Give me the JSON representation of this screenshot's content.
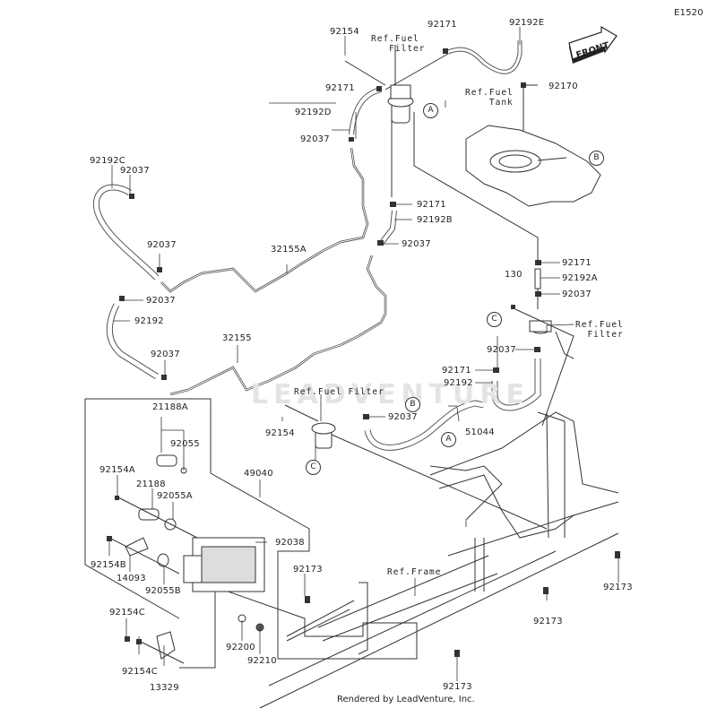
{
  "diagram": {
    "code": "E1520",
    "front_label": "FRONT",
    "watermark": "LEADVENTURE",
    "credit": "Rendered by LeadVenture, Inc.",
    "refs": {
      "fuel_filter_top": "Ref.Fuel\n   Filter",
      "fuel_tank": "Ref.Fuel\n    Tank",
      "fuel_filter_right": "Ref.Fuel\n  Filter",
      "fuel_filter_mid": "Ref.Fuel Filter",
      "frame": "Ref.Frame"
    },
    "callouts": {
      "A": "A",
      "B": "B",
      "C": "C"
    },
    "parts": [
      {
        "id": "p1",
        "label": "92154"
      },
      {
        "id": "p2",
        "label": "92171"
      },
      {
        "id": "p3",
        "label": "92192E"
      },
      {
        "id": "p4",
        "label": "92170"
      },
      {
        "id": "p5",
        "label": "92171"
      },
      {
        "id": "p6",
        "label": "92192D"
      },
      {
        "id": "p7",
        "label": "92037"
      },
      {
        "id": "p8",
        "label": "92192C"
      },
      {
        "id": "p9",
        "label": "92037"
      },
      {
        "id": "p10",
        "label": "92171"
      },
      {
        "id": "p11",
        "label": "92192B"
      },
      {
        "id": "p12",
        "label": "92037"
      },
      {
        "id": "p13",
        "label": "92037"
      },
      {
        "id": "p14",
        "label": "32155A"
      },
      {
        "id": "p15",
        "label": "92171"
      },
      {
        "id": "p16",
        "label": "92192A"
      },
      {
        "id": "p17",
        "label": "130"
      },
      {
        "id": "p18",
        "label": "92037"
      },
      {
        "id": "p19",
        "label": "92037"
      },
      {
        "id": "p20",
        "label": "92192"
      },
      {
        "id": "p21",
        "label": "92037"
      },
      {
        "id": "p22",
        "label": "32155"
      },
      {
        "id": "p23",
        "label": "92037"
      },
      {
        "id": "p24",
        "label": "92171"
      },
      {
        "id": "p25",
        "label": "92192"
      },
      {
        "id": "p26",
        "label": "92037"
      },
      {
        "id": "p27",
        "label": "92154"
      },
      {
        "id": "p28",
        "label": "51044"
      },
      {
        "id": "p29",
        "label": "21188A"
      },
      {
        "id": "p30",
        "label": "92055"
      },
      {
        "id": "p31",
        "label": "49040"
      },
      {
        "id": "p32",
        "label": "92154A"
      },
      {
        "id": "p33",
        "label": "21188"
      },
      {
        "id": "p34",
        "label": "92055A"
      },
      {
        "id": "p35",
        "label": "92038"
      },
      {
        "id": "p36",
        "label": "92154B"
      },
      {
        "id": "p37",
        "label": "14093"
      },
      {
        "id": "p38",
        "label": "92055B"
      },
      {
        "id": "p39",
        "label": "92173"
      },
      {
        "id": "p40",
        "label": "92173"
      },
      {
        "id": "p41",
        "label": "92173"
      },
      {
        "id": "p42",
        "label": "92154C"
      },
      {
        "id": "p43",
        "label": "92154C"
      },
      {
        "id": "p44",
        "label": "92200"
      },
      {
        "id": "p45",
        "label": "92210"
      },
      {
        "id": "p46",
        "label": "13329"
      },
      {
        "id": "p47",
        "label": "92173"
      }
    ]
  }
}
